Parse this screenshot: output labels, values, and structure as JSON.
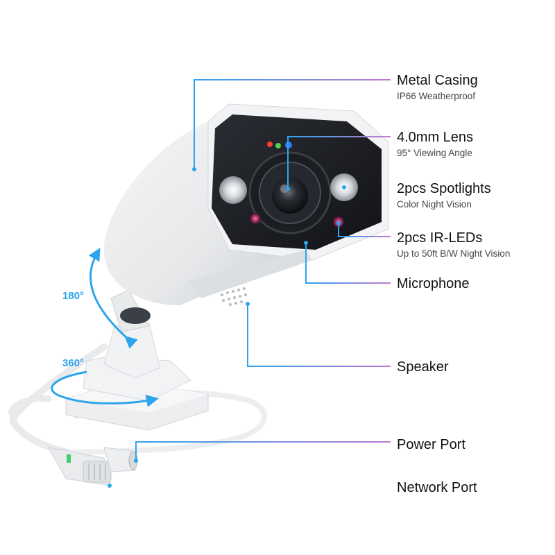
{
  "features": [
    {
      "title": "Metal Casing",
      "subtitle": "IP66 Weatherproof"
    },
    {
      "title": "4.0mm Lens",
      "subtitle": "95° Viewing Angle"
    },
    {
      "title": "2pcs Spotlights",
      "subtitle": "Color Night Vision"
    },
    {
      "title": "2pcs IR-LEDs",
      "subtitle": "Up to 50ft B/W Night Vision"
    },
    {
      "title": "Microphone",
      "subtitle": ""
    },
    {
      "title": "Speaker",
      "subtitle": ""
    },
    {
      "title": "Power Port",
      "subtitle": ""
    },
    {
      "title": "Network Port",
      "subtitle": ""
    }
  ],
  "rotation": {
    "tilt": "180°",
    "pan": "360°"
  },
  "colors": {
    "line_start": "#2ea4ec",
    "line_end": "#c07ad0",
    "arrow": "#2ea4ec"
  }
}
